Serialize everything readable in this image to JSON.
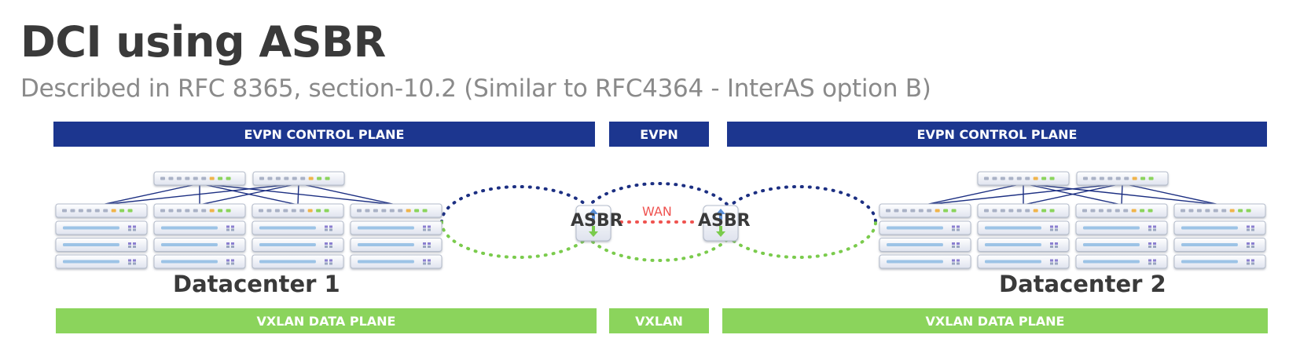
{
  "slide": {
    "title": "DCI using ASBR",
    "subtitle": "Described in RFC 8365, section-10.2 (Similar to RFC4364 - InterAS option B)"
  },
  "bands": {
    "control_left": "EVPN CONTROL PLANE",
    "control_middle": "EVPN",
    "control_right": "EVPN CONTROL PLANE",
    "data_left": "VXLAN DATA PLANE",
    "data_middle": "VXLAN",
    "data_right": "VXLAN DATA PLANE"
  },
  "datacenters": {
    "dc1": "Datacenter 1",
    "dc2": "Datacenter 2"
  },
  "asbr": {
    "left": "ASBR",
    "right": "ASBR"
  },
  "wan": {
    "label": "WAN"
  },
  "colors": {
    "control_blue": "#1c368f",
    "data_green": "#8bd45c",
    "wan_red": "#ef5350",
    "evpn_dots": "#1c2f82",
    "vxlan_dots": "#7acb4c",
    "fabric_lines": "#1c2f82"
  }
}
